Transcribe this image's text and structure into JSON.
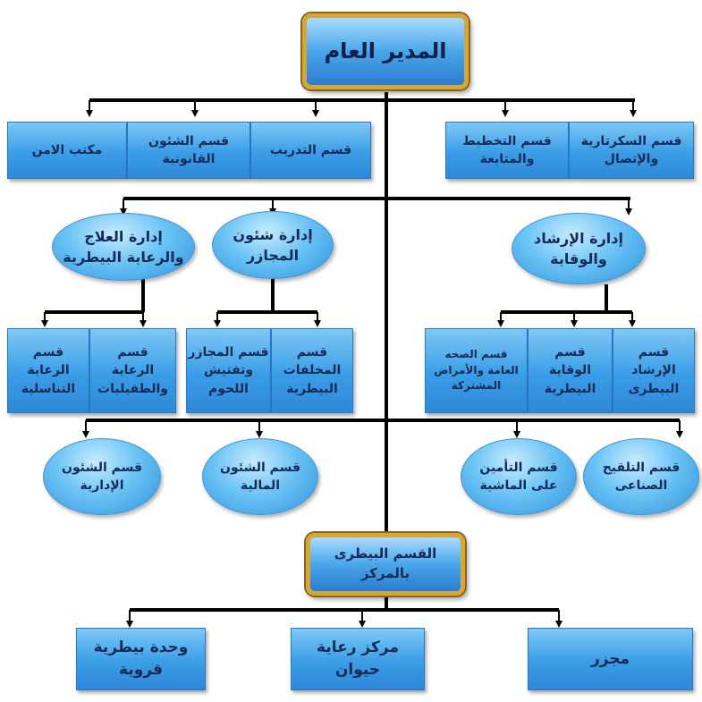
{
  "top": {
    "label": "المدير العام"
  },
  "departments_row1": {
    "secretariat": "قسم السكرتارية\nوالإتصال",
    "planning": "قسم التخطيط\nوالمتابعة",
    "training": "قسم التدريب",
    "legal": "قسم الشئون\nالقانونية",
    "security": "مكتب الامن"
  },
  "directorates": {
    "guidance": "إدارة الإرشاد\nوالوقاية",
    "slaughterhouses": "إدارة شئون\nالمجازر",
    "treatment": "إدارة العلاج\nوالرعاية البيطرية"
  },
  "sections_row2": {
    "vet_guidance": "قسم\nالإرشاد\nالبيطرى",
    "vet_prevention": "قسم\nالوقاية\nالبيطرية",
    "public_health": "قسم الصحه\nالعامة والأمراض\nالمشتركة",
    "byproducts": "قسم\nالمخلفات\nالبيطرية",
    "slaughter_inspection": "قسم المجازر\nوتفتيش\nاللحوم",
    "parasites": "قسم\nالرعاية\nوالطفيليات",
    "reproductive": "قسم\nالرعاية\nالتناسلية"
  },
  "ellipses_row": {
    "insemination": "قسم التلقيح\nالصناعى",
    "insurance": "قسم التأمين\nعلى الماشية",
    "financial": "قسم الشئون\nالمالية",
    "administrative": "قسم الشئون\nالإدارية"
  },
  "center": {
    "label": "القسم البيطرى\nبالمركز"
  },
  "bottom": {
    "slaughterhouse": "مجزر",
    "animal_care": "مركز رعاية\nحيوان",
    "rural_unit": "وحدة بيطرية\nقروية"
  },
  "colors": {
    "connector": "#000000",
    "box": "#3a9de6",
    "frame": "#d4a73a",
    "text": "#152a57"
  }
}
